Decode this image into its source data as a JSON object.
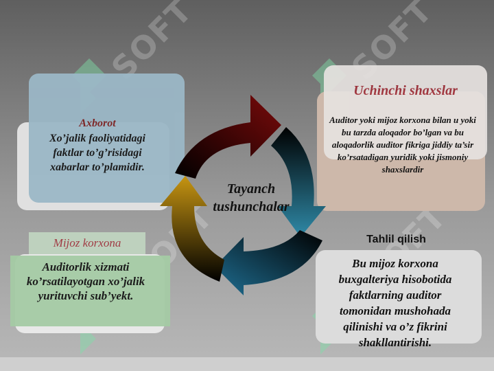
{
  "watermark": {
    "text": "SOFT"
  },
  "center": {
    "line1": "Tayanch",
    "line2": "tushunchalar"
  },
  "axborot": {
    "title": "Axborot",
    "text": "Xo’jalik faoliyatidagi faktlar to’g’risidagi xabarlar to’plamidir."
  },
  "uchinchi": {
    "title": "Uchinchi shaxslar",
    "text": "Auditor yoki mijoz korxona bilan u yoki bu tarzda aloqador bo’lgan va bu aloqadorlik auditor fikriga jiddiy ta’sir ko’rsatadigan yuridik  yoki jismoniy shaxslardir"
  },
  "mijoz": {
    "title": "Mijoz korxona",
    "text": "Auditorlik xizmati ko’rsatilayotgan xo’jalik yurituvchi sub’yekt."
  },
  "tahlil": {
    "title": "Tahlil qilish",
    "text": "Bu mijoz korxona buxgalteriya hisobotida faktlarning auditor tomonidan mushohada qilinishi va o’z fikrini shakllantirishi."
  },
  "colors": {
    "arrow_top": "#7a0a0a",
    "arrow_right": "#2c7f9a",
    "arrow_bottom": "#1f6f93",
    "arrow_left": "#b7860b",
    "axborot_box": "#9bb7c6",
    "uchinchi_box": "#e6e2e0",
    "mijoz_box": "#a5cba5",
    "tahlil_box": "#dcdcdc",
    "title_red": "#a0303a",
    "title_dark_red": "#7a1f1f"
  }
}
